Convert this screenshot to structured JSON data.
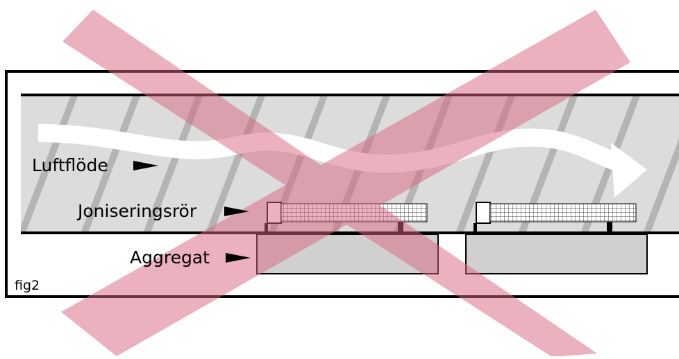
{
  "labels": {
    "airflow": "Luftflöde",
    "ion_tube": "Joniseringsrör",
    "unit": "Aggregat",
    "figure": "fig2"
  },
  "colors": {
    "duct_fill": "#dcdcdc",
    "stripe": "#b4b4b4",
    "cross": "#d9667f",
    "cross_opacity": 0.5,
    "flow_arrow": "#ffffff",
    "unit_fill": "#d0d0d0",
    "outline": "#000000"
  },
  "icons": {
    "label_pointer": "right-pointing-triangle",
    "strike": "large-x-overlay"
  },
  "components": {
    "ion_tube_count": 2,
    "unit_count": 2
  }
}
